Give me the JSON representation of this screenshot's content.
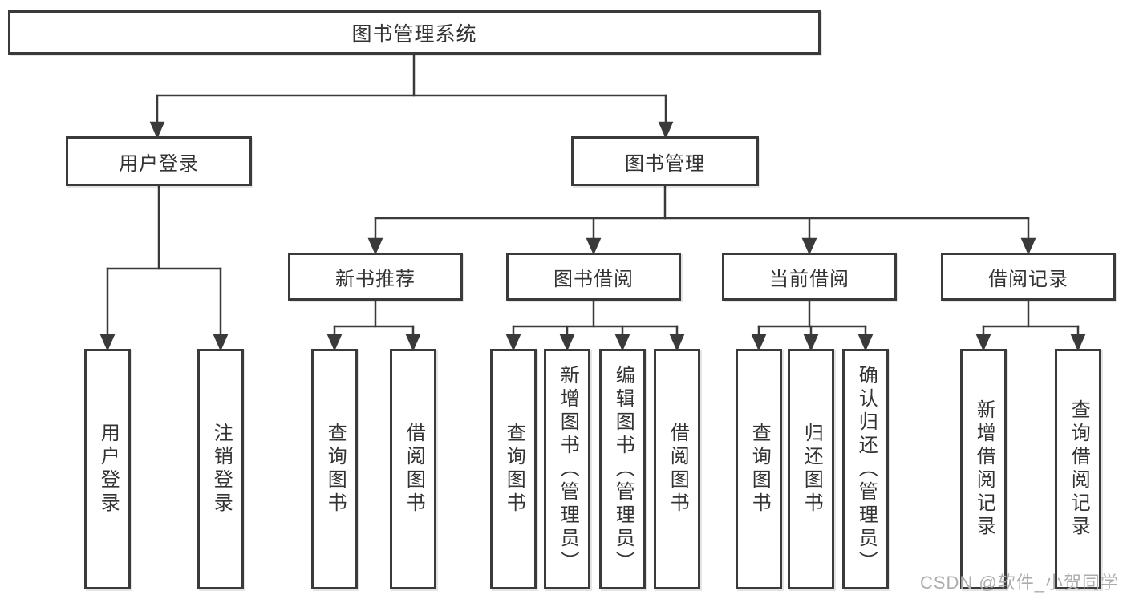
{
  "nodes": {
    "root": "图书管理系统",
    "level2": [
      "用户登录",
      "图书管理"
    ],
    "level3": [
      "新书推荐",
      "图书借阅",
      "当前借阅",
      "借阅记录"
    ],
    "leaves": [
      "用户登录",
      "注销登录",
      "查询图书",
      "借阅图书",
      "查询图书",
      "新增图书（管理员）",
      "编辑图书（管理员）",
      "借阅图书",
      "查询图书",
      "归还图书",
      "确认归还（管理员）",
      "新增借阅记录",
      "查询借阅记录"
    ]
  },
  "hierarchy": {
    "图书管理系统": {
      "用户登录": [
        "用户登录",
        "注销登录"
      ],
      "图书管理": {
        "新书推荐": [
          "查询图书",
          "借阅图书"
        ],
        "图书借阅": [
          "查询图书",
          "新增图书（管理员）",
          "编辑图书（管理员）",
          "借阅图书"
        ],
        "当前借阅": [
          "查询图书",
          "归还图书",
          "确认归还（管理员）"
        ],
        "借阅记录": [
          "新增借阅记录",
          "查询借阅记录"
        ]
      }
    }
  },
  "watermark": "CSDN @软件_小贺同学",
  "colors": {
    "line": "#3a3a3a",
    "text": "#333333",
    "watermark": "#aeacac",
    "background": "#ffffff"
  }
}
